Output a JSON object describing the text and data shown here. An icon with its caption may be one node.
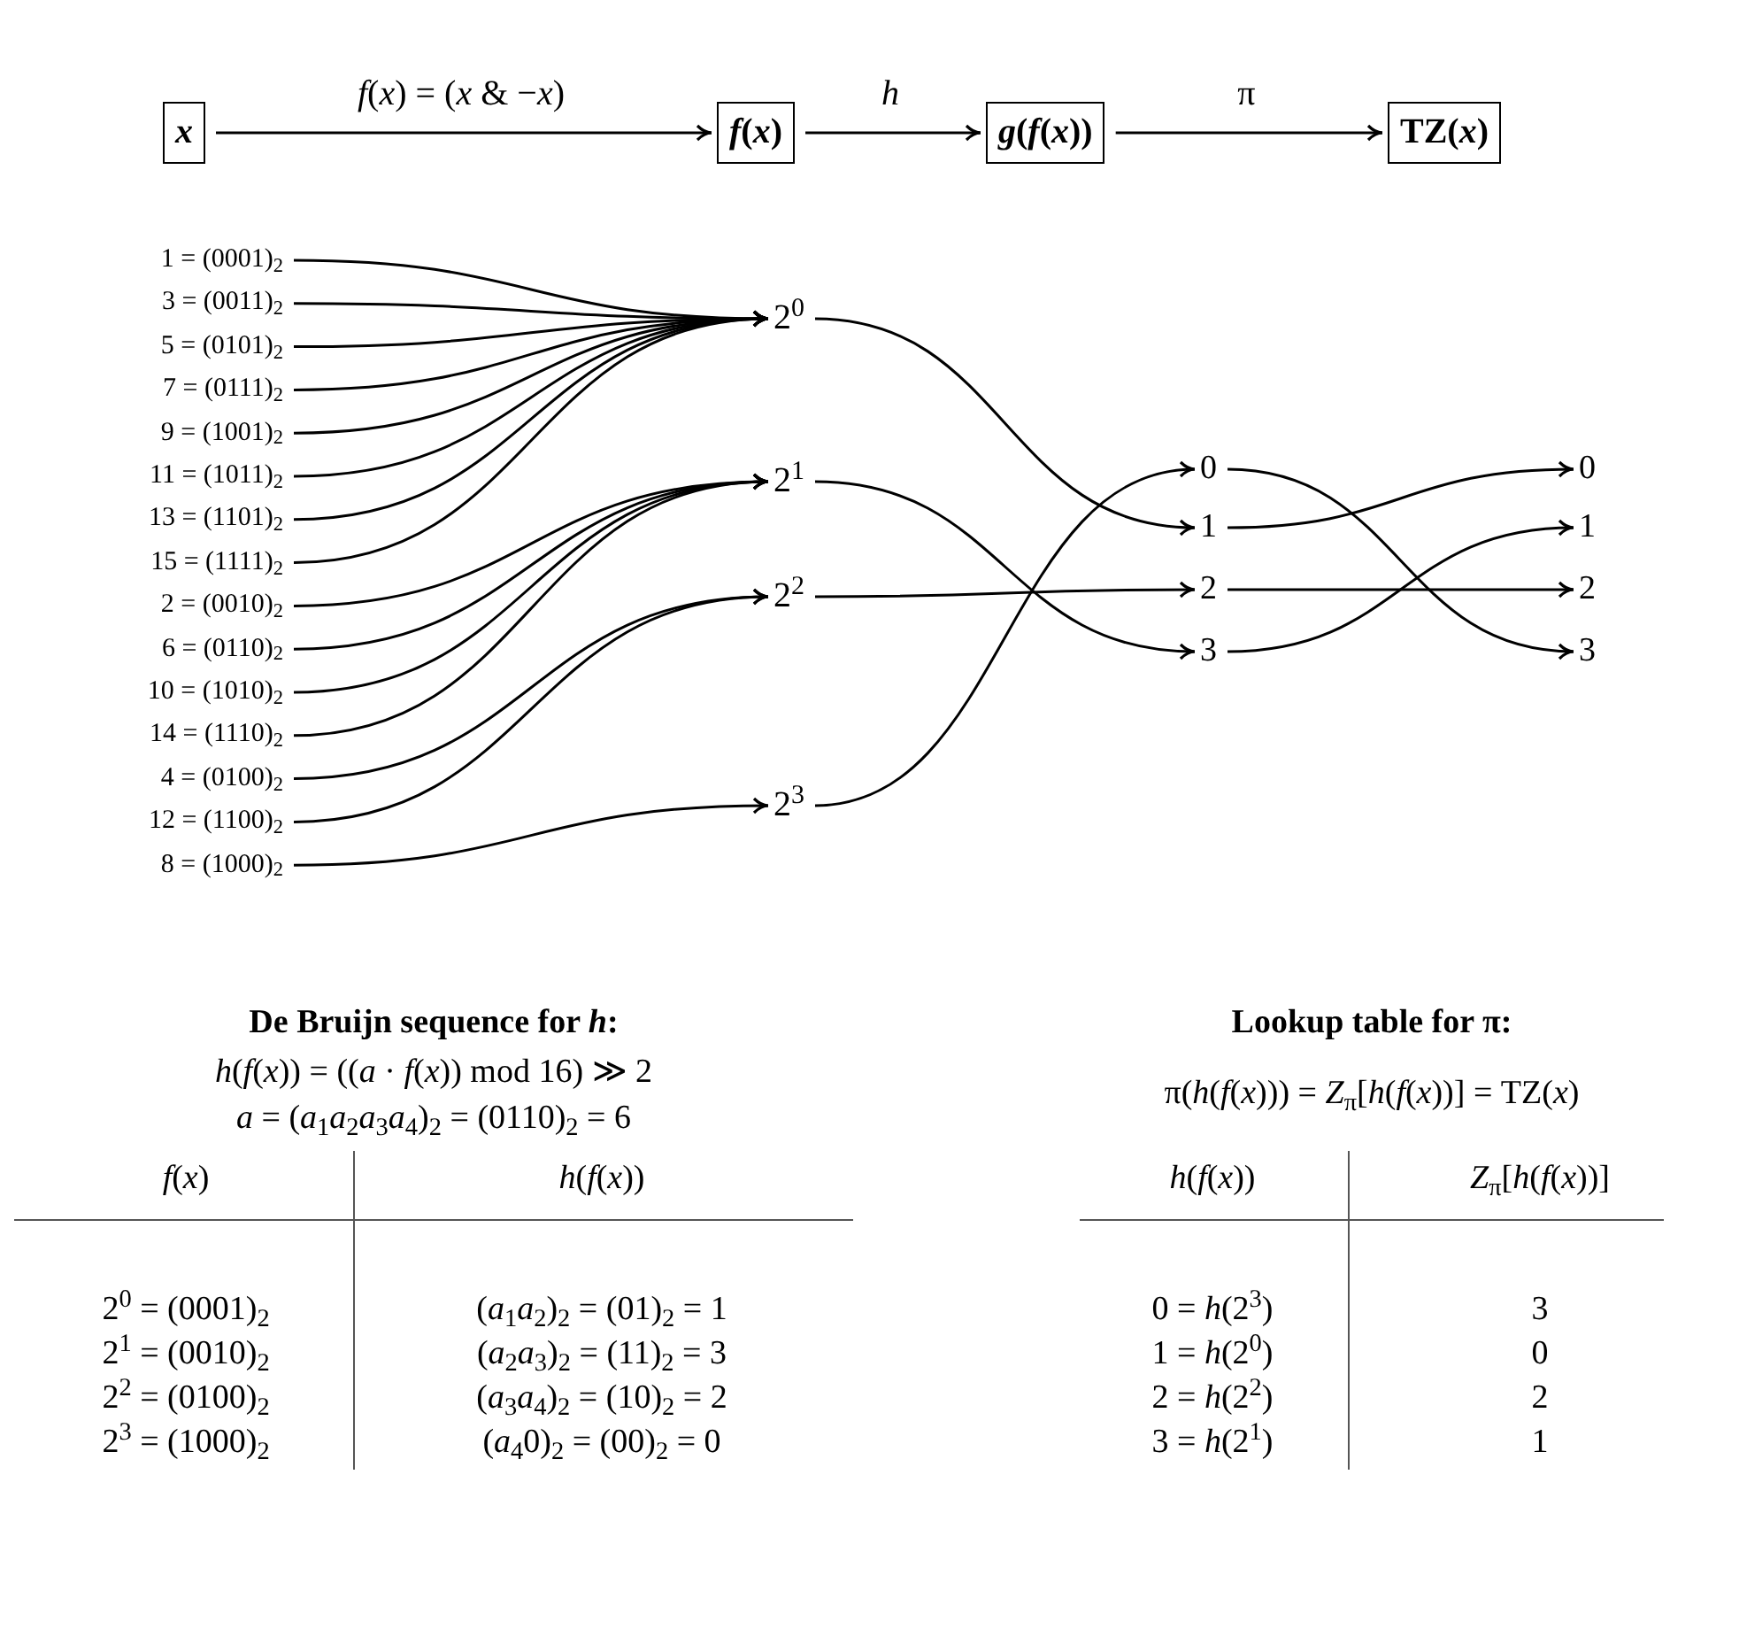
{
  "diagram": {
    "nodes": [
      {
        "text": [
          "*x*"
        ]
      },
      {
        "text": [
          "*f*(*x*)"
        ]
      },
      {
        "text": [
          "*g*(*f*(*x*))"
        ]
      },
      {
        "text": [
          "TZ(*x*)"
        ]
      },
      {
        "text": [
          "1 = (0001)$_{2}$"
        ]
      },
      {
        "text": [
          "3 = (0011)$_{2}$"
        ]
      },
      {
        "text": [
          "5 = (0101)$_{2}$"
        ]
      },
      {
        "text": [
          "7 = (0111)$_{2}$"
        ]
      },
      {
        "text": [
          "9 = (1001)$_{2}$"
        ]
      },
      {
        "text": [
          "11 = (1011)$_{2}$"
        ]
      },
      {
        "text": [
          "13 = (1101)$_{2}$"
        ]
      },
      {
        "text": [
          "15 = (1111)$_{2}$"
        ]
      },
      {
        "text": [
          "2 = (0010)$_{2}$"
        ]
      },
      {
        "text": [
          "6 = (0110)$_{2}$"
        ]
      },
      {
        "text": [
          "10 = (1010)$_{2}$"
        ]
      },
      {
        "text": [
          "14 = (1110)$_{2}$"
        ]
      },
      {
        "text": [
          "4 = (0100)$_{2}$"
        ]
      },
      {
        "text": [
          "12 = (1100)$_{2}$"
        ]
      },
      {
        "text": [
          "8 = (1000)$_{2}$"
        ]
      },
      {
        "text": [
          "2$^{0}$"
        ]
      },
      {
        "text": [
          "2$^{1}$"
        ]
      },
      {
        "text": [
          "2$^{2}$"
        ]
      },
      {
        "text": [
          "2$^{3}$"
        ]
      },
      {
        "text": [
          "0"
        ]
      },
      {
        "text": [
          "1"
        ]
      },
      {
        "text": [
          "2"
        ]
      },
      {
        "text": [
          "3"
        ]
      },
      {
        "text": [
          "0"
        ]
      },
      {
        "text": [
          "1"
        ]
      },
      {
        "text": [
          "2"
        ]
      },
      {
        "text": [
          "3"
        ]
      }
    ],
    "edges": [
      {
        "from": 0,
        "to": 1,
        "arrow": "to",
        "label": "*f*(*x*) = (*x* & −*x*)"
      },
      {
        "from": 1,
        "to": 2,
        "arrow": "to",
        "label": "*h*"
      },
      {
        "from": 2,
        "to": 3,
        "arrow": "to",
        "label": "π"
      },
      {
        "from": 4,
        "to": 19,
        "arrow": "to"
      },
      {
        "from": 5,
        "to": 19,
        "arrow": "to"
      },
      {
        "from": 6,
        "to": 19,
        "arrow": "to"
      },
      {
        "from": 7,
        "to": 19,
        "arrow": "to"
      },
      {
        "from": 8,
        "to": 19,
        "arrow": "to"
      },
      {
        "from": 9,
        "to": 19,
        "arrow": "to"
      },
      {
        "from": 10,
        "to": 19,
        "arrow": "to"
      },
      {
        "from": 11,
        "to": 19,
        "arrow": "to"
      },
      {
        "from": 12,
        "to": 20,
        "arrow": "to"
      },
      {
        "from": 13,
        "to": 20,
        "arrow": "to"
      },
      {
        "from": 14,
        "to": 20,
        "arrow": "to"
      },
      {
        "from": 15,
        "to": 20,
        "arrow": "to"
      },
      {
        "from": 16,
        "to": 21,
        "arrow": "to"
      },
      {
        "from": 17,
        "to": 21,
        "arrow": "to"
      },
      {
        "from": 18,
        "to": 22,
        "arrow": "to"
      },
      {
        "from": 19,
        "to": 24,
        "arrow": "to"
      },
      {
        "from": 20,
        "to": 26,
        "arrow": "to"
      },
      {
        "from": 21,
        "to": 25,
        "arrow": "to"
      },
      {
        "from": 22,
        "to": 23,
        "arrow": "to"
      },
      {
        "from": 23,
        "to": 30,
        "arrow": "to"
      },
      {
        "from": 24,
        "to": 27,
        "arrow": "to"
      },
      {
        "from": 25,
        "to": 29,
        "arrow": "to"
      },
      {
        "from": 26,
        "to": 28,
        "arrow": "to"
      }
    ],
    "labels": [
      "De Bruijn sequence for *h*:",
      "Lookup table for π:",
      "*h*(*f*(*x*)) = ((*a* · *f*(*x*)) mod 16) ≫ 2",
      "*a* = (*a*$_{1}$*a*$_{2}$*a*$_{3}$*a*$_{4}$)$_{2}$ = (0110)$_{2}$ = 6",
      "π(*h*(*f*(*x*))) = *Z*$_{π}$[*h*(*f*(*x*))] = TZ(*x*)",
      "*f*(*x*)",
      "*h*(*f*(*x*))",
      "2$^{0}$ = (0001)$_{2}$",
      "(*a*$_{1}$*a*$_{2}$)$_{2}$ = (01)$_{2}$ = 1",
      "2$^{1}$ = (0010)$_{2}$",
      "(*a*$_{2}$*a*$_{3}$)$_{2}$ = (11)$_{2}$ = 3",
      "2$^{2}$ = (0100)$_{2}$",
      "(*a*$_{3}$*a*$_{4}$)$_{2}$ = (10)$_{2}$ = 2",
      "2$^{3}$ = (1000)$_{2}$",
      "(*a*$_{4}$0)$_{2}$ = (00)$_{2}$ = 0",
      "*h*(*f*(*x*))",
      "*Z*$_{π}$[*h*(*f*(*x*))]",
      "0 = *h*(2$^{3}$)",
      "3",
      "1 = *h*(2$^{0}$)",
      "0",
      "2 = *h*(2$^{2}$)",
      "2",
      "3 = *h*(2$^{1}$)",
      "1"
    ]
  }
}
